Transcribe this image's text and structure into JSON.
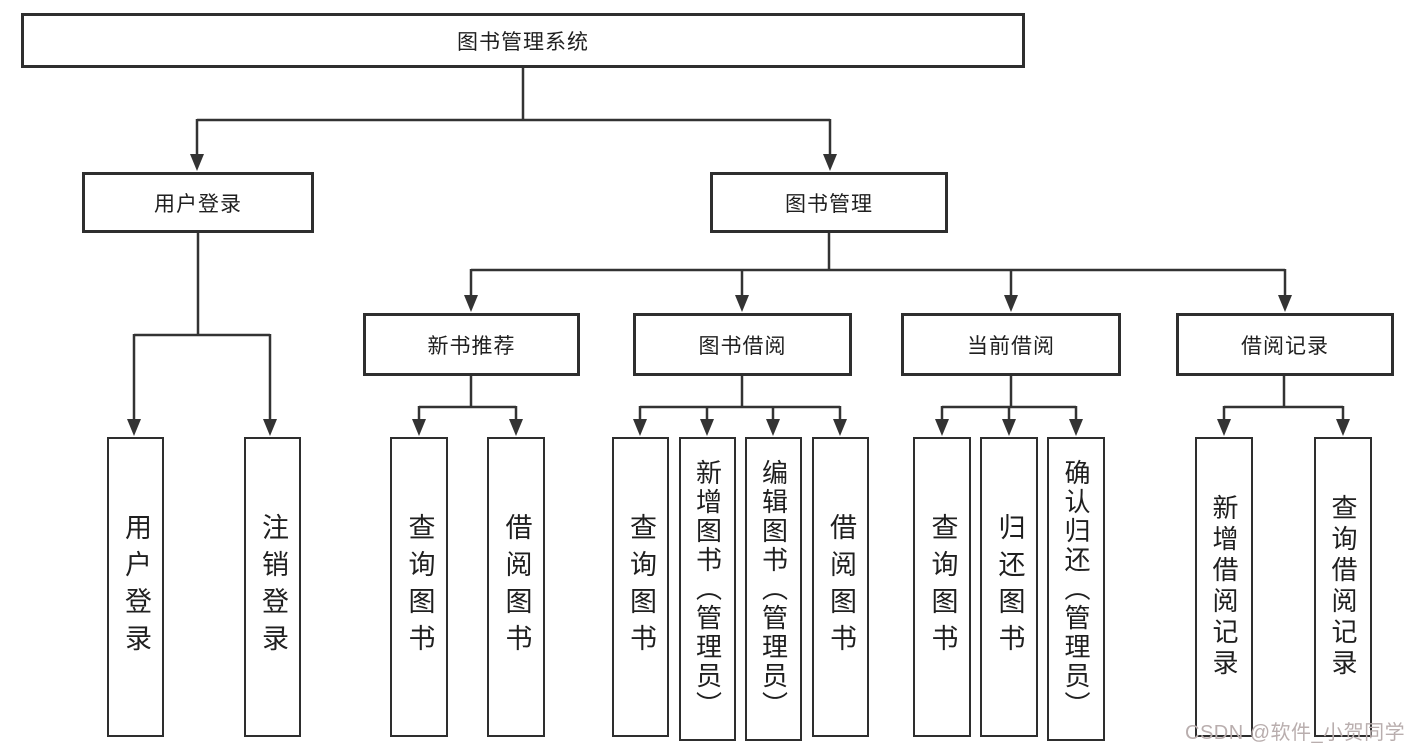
{
  "diagram": {
    "type": "hierarchy-tree",
    "nodes": {
      "root": "图书管理系统",
      "level2": {
        "user_login": "用户登录",
        "book_mgmt": "图书管理"
      },
      "level3": {
        "new_books": "新书推荐",
        "book_borrow": "图书借阅",
        "current_borrow": "当前借阅",
        "borrow_records": "借阅记录"
      },
      "leaves": {
        "user_login": "用户登录",
        "logout": "注销登录",
        "nb_query": "查询图书",
        "nb_borrow": "借阅图书",
        "bb_query": "查询图书",
        "bb_add": "新增图书（管理员）",
        "bb_edit": "编辑图书（管理员）",
        "bb_borrow": "借阅图书",
        "cb_query": "查询图书",
        "cb_return": "归还图书",
        "cb_confirm": "确认归还（管理员）",
        "br_add": "新增借阅记录",
        "br_query": "查询借阅记录"
      }
    },
    "edges": [
      [
        "图书管理系统",
        "用户登录"
      ],
      [
        "图书管理系统",
        "图书管理"
      ],
      [
        "用户登录",
        "用户登录"
      ],
      [
        "用户登录",
        "注销登录"
      ],
      [
        "图书管理",
        "新书推荐"
      ],
      [
        "图书管理",
        "图书借阅"
      ],
      [
        "图书管理",
        "当前借阅"
      ],
      [
        "图书管理",
        "借阅记录"
      ],
      [
        "新书推荐",
        "查询图书"
      ],
      [
        "新书推荐",
        "借阅图书"
      ],
      [
        "图书借阅",
        "查询图书"
      ],
      [
        "图书借阅",
        "新增图书（管理员）"
      ],
      [
        "图书借阅",
        "编辑图书（管理员）"
      ],
      [
        "图书借阅",
        "借阅图书"
      ],
      [
        "当前借阅",
        "查询图书"
      ],
      [
        "当前借阅",
        "归还图书"
      ],
      [
        "当前借阅",
        "确认归还（管理员）"
      ],
      [
        "借阅记录",
        "新增借阅记录"
      ],
      [
        "借阅记录",
        "查询借阅记录"
      ]
    ],
    "colors": {
      "background": "#ffffff",
      "box_border": "#2e2e2e",
      "line": "#333333",
      "text": "#1f1f1f",
      "watermark_text": "#b9aeae"
    }
  },
  "watermark": "CSDN @软件_小贺同学"
}
